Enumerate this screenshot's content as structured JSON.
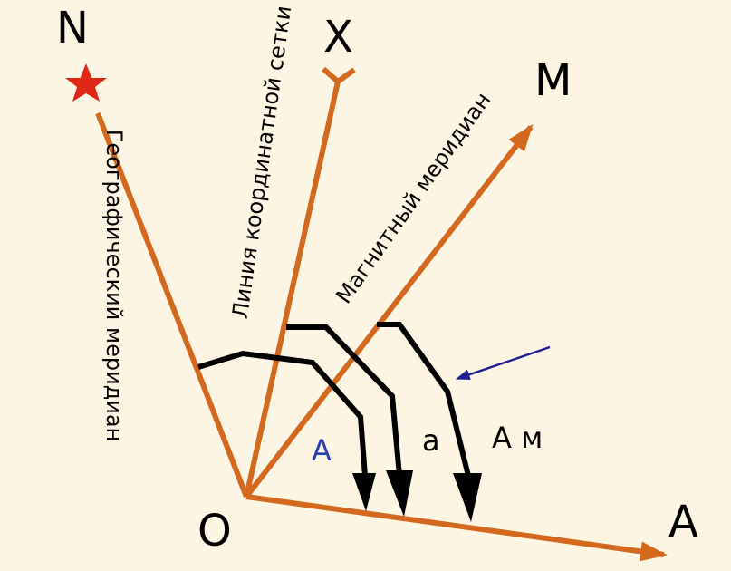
{
  "colors": {
    "background": "#fdf5e4",
    "axis": "#d2691e",
    "star": "#e02818",
    "pointer": "#1f1f8f",
    "azimuth_label": "#2a3fb3",
    "text": "#000000"
  },
  "points": {
    "north": "N",
    "grid_north": "X",
    "magnetic_north": "M",
    "origin": "O",
    "target": "A"
  },
  "lines": {
    "geographic_meridian": "Географический меридиан",
    "grid_line": "Линия координатной сетки",
    "magnetic_meridian": "Магнитный меридиан"
  },
  "angles": {
    "true_azimuth": "А",
    "directional_angle": "а",
    "magnetic_azimuth": "А м"
  },
  "icons": {
    "north_marker": "red-star-icon",
    "pointer": "arrow-pointer-icon"
  }
}
